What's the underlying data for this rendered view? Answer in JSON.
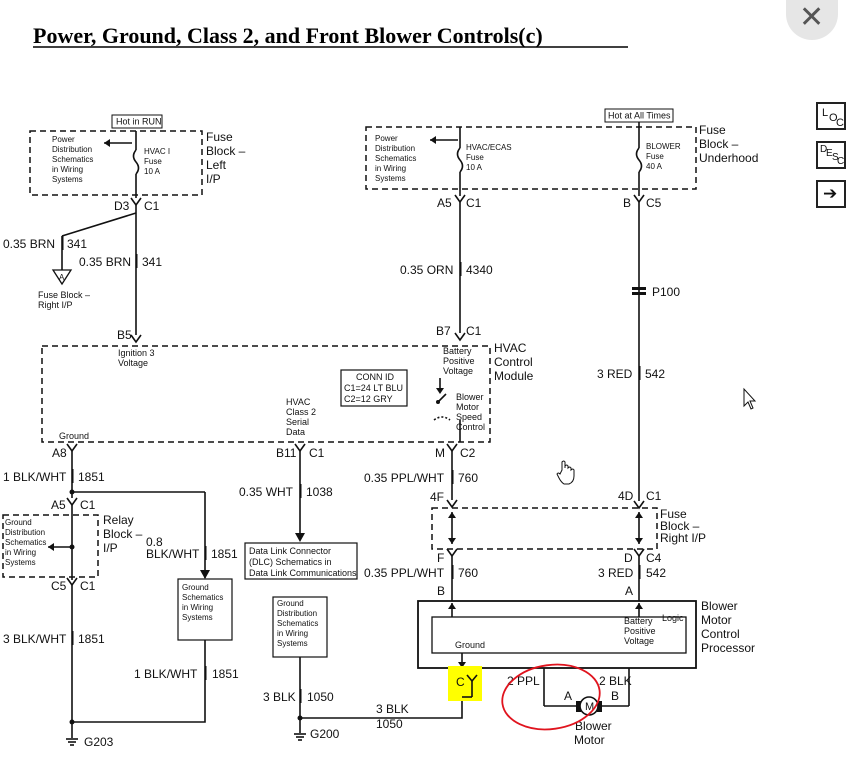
{
  "title": "Power, Ground, Class 2, and Front Blower Controls(c)",
  "buttons": {
    "close": "✕",
    "loc_label": "LOC",
    "desc_label": "DESC",
    "next_arrow": "➔"
  },
  "fuse_left": {
    "header": "Hot in RUN",
    "schem": [
      "Power",
      "Distribution",
      "Schematics",
      "in Wiring",
      "Systems"
    ],
    "fuse": [
      "HVAC I",
      "Fuse",
      "10 A"
    ],
    "block": [
      "Fuse",
      "Block –",
      "Left",
      "I/P"
    ],
    "pin_a": "D3",
    "pin_b": "C1"
  },
  "fuse_under": {
    "header": "Hot at All Times",
    "schem": [
      "Power",
      "Distribution",
      "Schematics",
      "in Wiring",
      "Systems"
    ],
    "fuse1": [
      "HVAC/ECAS",
      "Fuse",
      "10 A"
    ],
    "fuse2": [
      "BLOWER",
      "Fuse",
      "40 A"
    ],
    "block": [
      "Fuse",
      "Block –",
      "Underhood"
    ],
    "pin1_a": "A5",
    "pin1_b": "C1",
    "pin2_a": "B",
    "pin2_b": "C5"
  },
  "wires": {
    "brn1": "0.35 BRN",
    "brn1_n": "341",
    "brn2": "0.35 BRN",
    "brn2_n": "341",
    "orn": "0.35 ORN",
    "orn_n": "4340",
    "p100": "P100",
    "red1": "3 RED",
    "red1_n": "542",
    "ppl1": "0.35 PPL/WHT",
    "ppl1_n": "760",
    "ppl2": "0.35 PPL/WHT",
    "ppl2_n": "760",
    "red2": "3 RED",
    "red2_n": "542",
    "blk1": "1 BLK/WHT",
    "blk1_n": "1851",
    "blk08": [
      "0.8",
      "BLK/WHT"
    ],
    "blk08_n": "1851",
    "blk3": "3 BLK/WHT",
    "blk3_n": "1851",
    "blk1b": "1 BLK/WHT",
    "blk1b_n": "1851",
    "wht": "0.35 WHT",
    "wht_n": "1038",
    "blk1050": "3 BLK",
    "blk1050_n": "1050",
    "blk1050b": "3 BLK",
    "blk1050b_n": "1050",
    "ppl2m": "2 PPL",
    "blk2m": "2 BLK"
  },
  "fuse_ip_left": {
    "label": [
      "Fuse Block –",
      "Right I/P"
    ]
  },
  "hvac": {
    "label": [
      "HVAC",
      "Control",
      "Module"
    ],
    "ign": [
      "Ignition 3",
      "Voltage"
    ],
    "batt": [
      "Battery",
      "Positive",
      "Voltage"
    ],
    "conn": [
      "CONN ID",
      "C1=24 LT BLU",
      "C2=12 GRY"
    ],
    "class2": [
      "HVAC",
      "Class 2",
      "Serial",
      "Data"
    ],
    "speed": [
      "Blower",
      "Motor",
      "Speed",
      "Control"
    ],
    "ground": "Ground",
    "pin_b5": "B5",
    "pin_b7": "B7",
    "pin_b7c": "C1",
    "pin_a8": "A8",
    "pin_b11": "B11",
    "pin_b11c": "C1",
    "pin_m": "M",
    "pin_mc": "C2"
  },
  "relay": {
    "schem": [
      "Ground",
      "Distribution",
      "Schematics",
      "in Wiring",
      "Systems"
    ],
    "label": [
      "Relay",
      "Block –",
      "I/P"
    ],
    "pin_a5": "A5",
    "pin_a5c": "C1",
    "pin_c5": "C5",
    "pin_c5c": "C1"
  },
  "fuse_right": {
    "label": [
      "Fuse",
      "Block –",
      "Right I/P"
    ],
    "pin_4f": "4F",
    "pin_4d": "4D",
    "pin_4dc": "C1",
    "pin_f": "F",
    "pin_d": "D",
    "pin_dc": "C4"
  },
  "dlc": {
    "text": [
      "Data Link Connector",
      "(DLC) Schematics in",
      "Data Link Communications"
    ]
  },
  "gsch1": {
    "text": [
      "Ground",
      "Schematics",
      "in Wiring",
      "Systems"
    ]
  },
  "gsch2": {
    "text": [
      "Ground",
      "Distribution",
      "Schematics",
      "in Wiring",
      "Systems"
    ]
  },
  "bmcp": {
    "label": [
      "Blower",
      "Motor",
      "Control",
      "Processor"
    ],
    "logic": "Logic",
    "batt": [
      "Battery",
      "Positive",
      "Voltage"
    ],
    "ground": "Ground",
    "pin_b": "B",
    "pin_a": "A",
    "pin_c": "C"
  },
  "motor": {
    "m": "M",
    "label": [
      "Blower",
      "Motor"
    ],
    "pin_a": "A",
    "pin_b": "B"
  },
  "grounds": {
    "g203": "G203",
    "g200": "G200"
  },
  "colors": {
    "highlight": "#ffff00",
    "circle": "#e0141e",
    "line": "#111111"
  }
}
